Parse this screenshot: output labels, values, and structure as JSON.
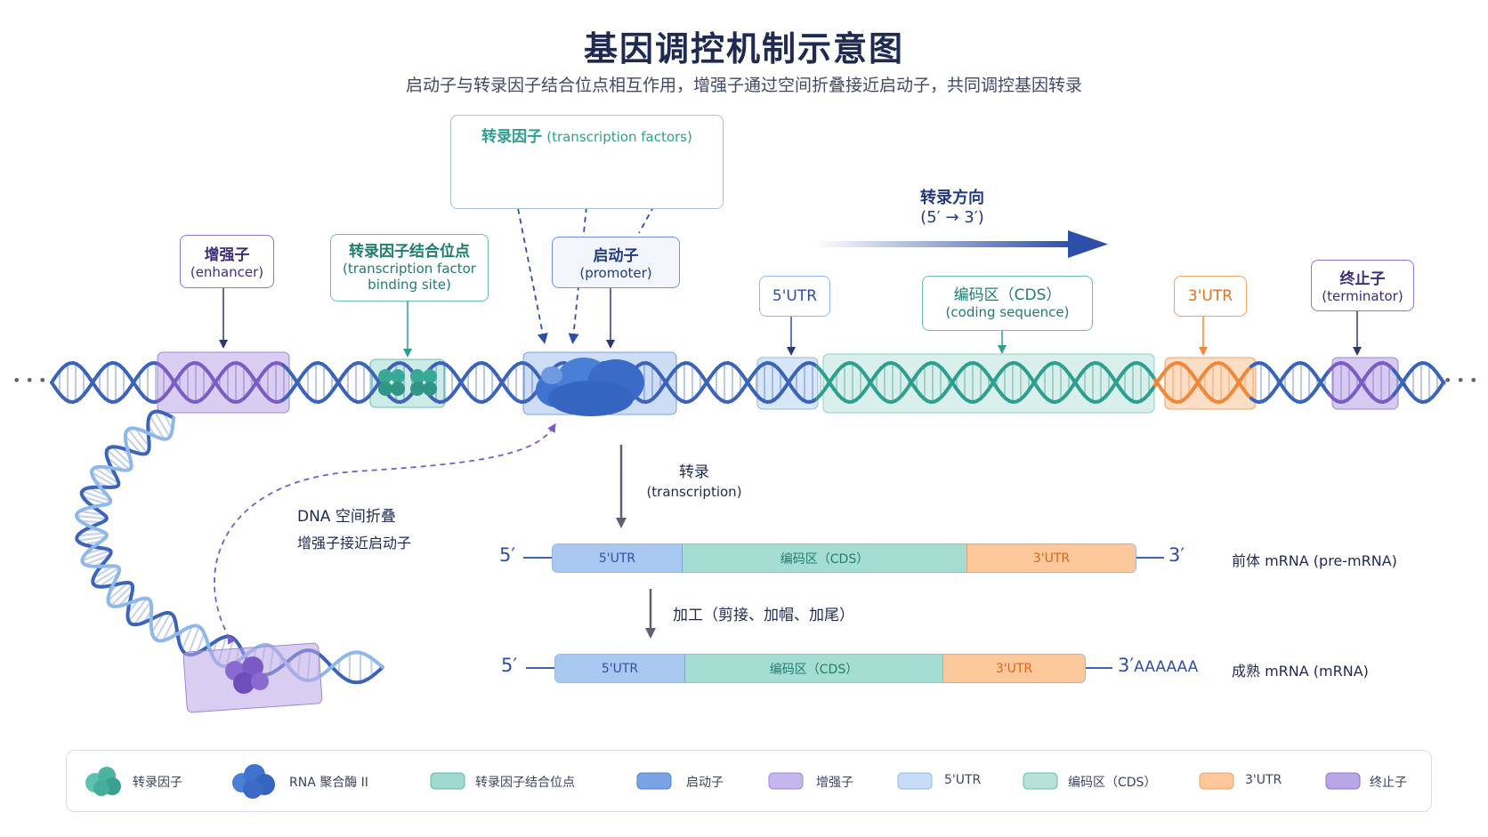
{
  "title": "基因调控机制示意图",
  "subtitle": "启动子与转录因子结合位点相互作用，增强子通过空间折叠接近启动子，共同调控基因转录",
  "tf_panel": {
    "title_cn": "转录因子",
    "title_en": "(transcription factors)"
  },
  "labels": {
    "enhancer": {
      "cn": "增强子",
      "en": "(enhancer)"
    },
    "tfbs": {
      "cn": "转录因子结合位点",
      "en1": "(transcription factor",
      "en2": "binding site)"
    },
    "promoter": {
      "cn": "启动子",
      "en": "(promoter)"
    },
    "utr5": {
      "cn": "5'UTR"
    },
    "cds": {
      "cn": "编码区（CDS）",
      "en": "(coding sequence)"
    },
    "utr3": {
      "cn": "3'UTR"
    },
    "terminator": {
      "cn": "终止子",
      "en": "(terminator)"
    }
  },
  "direction": {
    "cn": "转录方向",
    "en": "(5′ → 3′)"
  },
  "ellipsis": "• • •",
  "looping": {
    "line1": "DNA 空间折叠",
    "line2": "增强子接近启动子"
  },
  "transcription": {
    "cn": "转录",
    "en": "(transcription)"
  },
  "processing": "加工（剪接、加帽、加尾）",
  "pre_mrna": {
    "five": "5′",
    "three": "3′",
    "seg_utr5": "5'UTR",
    "seg_cds": "编码区（CDS）",
    "seg_utr3": "3'UTR",
    "label": "前体 mRNA (pre-mRNA)"
  },
  "mature_mrna": {
    "five": "5′",
    "three": "3′",
    "polyA": "AAAAAA",
    "seg_utr5": "5'UTR",
    "seg_cds": "编码区（CDS）",
    "seg_utr3": "3'UTR",
    "label": "成熟 mRNA (mRNA)"
  },
  "legend": [
    {
      "icon": "tf-blob",
      "label": "转录因子"
    },
    {
      "icon": "rnap-blob",
      "label": "RNA 聚合酶 II"
    },
    {
      "icon": "tfbs-swatch",
      "label": "转录因子结合位点"
    },
    {
      "icon": "promoter-swatch",
      "label": "启动子"
    },
    {
      "icon": "enhancer-swatch",
      "label": "增强子"
    },
    {
      "icon": "utr5-swatch",
      "label": "5'UTR"
    },
    {
      "icon": "cds-swatch",
      "label": "编码区（CDS）"
    },
    {
      "icon": "utr3-swatch",
      "label": "3'UTR"
    },
    {
      "icon": "terminator-swatch",
      "label": "终止子"
    }
  ],
  "colors": {
    "navy": "#1e2a52",
    "dna_blue": "#3b63b8",
    "teal": "#2e9e8f",
    "purple": "#7b5cc4",
    "orange": "#f0883a",
    "light_blue": "#8fb8ea"
  }
}
